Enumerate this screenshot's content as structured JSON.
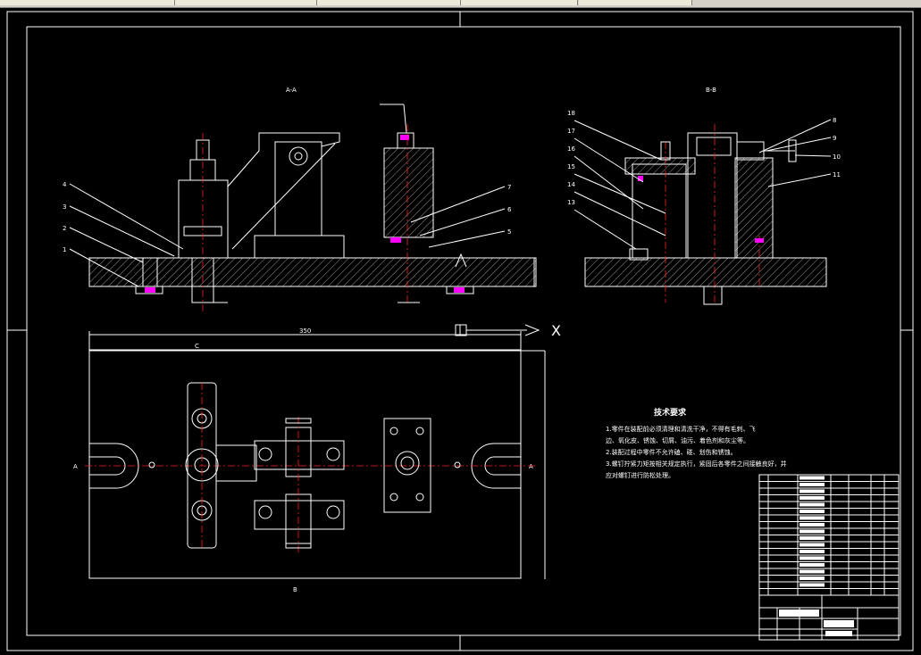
{
  "views": {
    "section_a": "A-A",
    "section_b": "B-B",
    "overall_length": "350",
    "plan_label_top": "C",
    "plan_label_bottom": "B",
    "plan_label_left": "A",
    "plan_label_right": "A",
    "axis_x": "X"
  },
  "tech_requirements": {
    "title": "技术要求",
    "lines": [
      "1.零件在装配前必须清理和清洗干净，不得有毛刺、飞",
      "边、氧化皮、锈蚀、切屑、油污、着色剂和灰尘等。",
      "2.装配过程中零件不允许磕、碰、划伤和锈蚀。",
      "3.螺钉拧紧力矩按相关规定执行，紧固后各零件之间接触良好，并",
      "应对螺钉进行防松处理。"
    ]
  },
  "part_numbers_left": [
    "4",
    "3",
    "2",
    "1"
  ],
  "part_numbers_right_a": [
    "7",
    "6",
    "5"
  ],
  "part_numbers_b_left": [
    "18",
    "17",
    "16",
    "15",
    "14",
    "13"
  ],
  "part_numbers_b_right": [
    "8",
    "9",
    "10",
    "11"
  ]
}
